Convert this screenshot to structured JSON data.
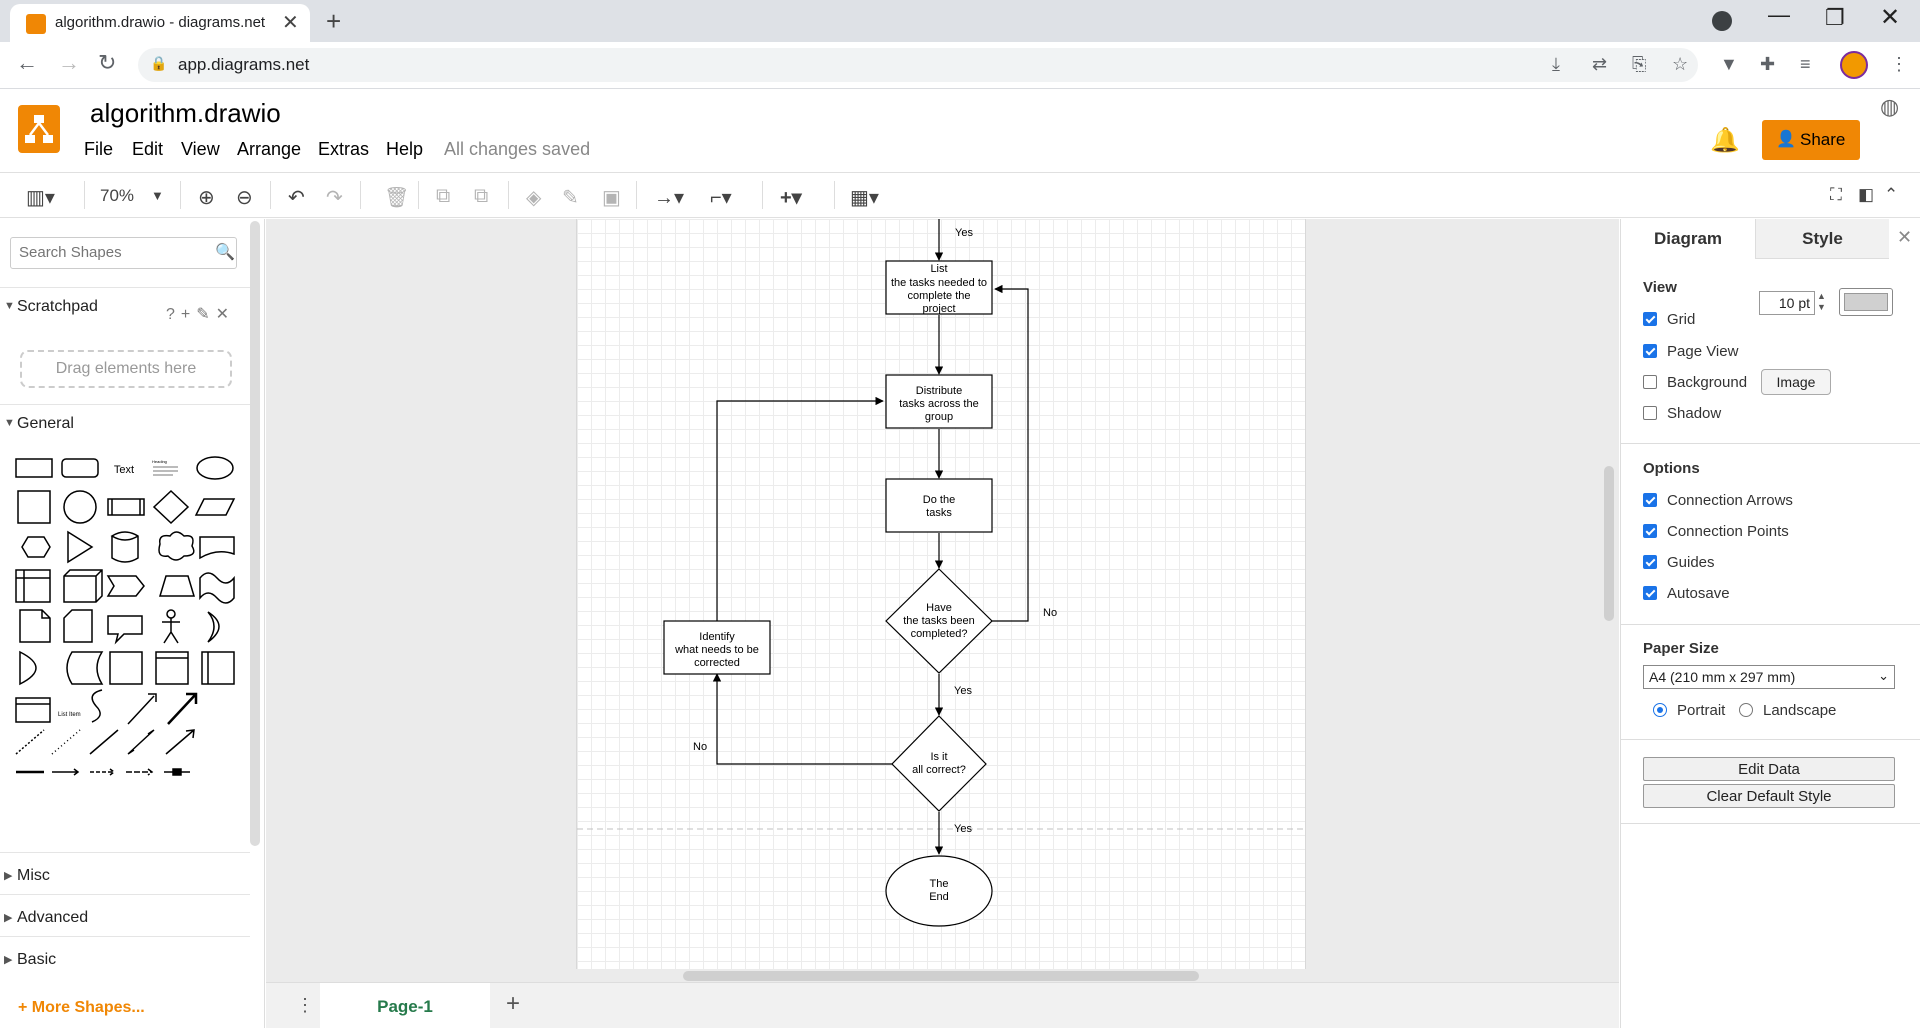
{
  "browser": {
    "tab_title": "algorithm.drawio - diagrams.net",
    "tab_close": "✕",
    "new_tab": "+",
    "url": "app.diagrams.net"
  },
  "app": {
    "title": "algorithm.drawio",
    "menus": [
      "File",
      "Edit",
      "View",
      "Arrange",
      "Extras",
      "Help"
    ],
    "save_status": "All changes saved",
    "share_label": "Share",
    "accent": "#f08705"
  },
  "toolbar": {
    "zoom": "70%"
  },
  "sidebar": {
    "search_placeholder": "Search Shapes",
    "scratchpad": "Scratchpad",
    "scratchpad_actions": "?+✎✕",
    "dropzone": "Drag elements here",
    "general": "General",
    "shape_text": "Text",
    "shape_heading": "Heading",
    "shape_list_item": "List Item",
    "sections": [
      "Misc",
      "Advanced",
      "Basic"
    ],
    "more_shapes": "More Shapes..."
  },
  "diagram": {
    "nodes": {
      "list_tasks": [
        "List",
        "the tasks needed to",
        "complete the",
        "project"
      ],
      "distribute": [
        "Distribute",
        "tasks across the",
        "group"
      ],
      "do_tasks": [
        "Do the",
        "tasks"
      ],
      "completed": [
        "Have",
        "the tasks been",
        "completed?"
      ],
      "identify": [
        "Identify",
        "what needs to be",
        "corrected"
      ],
      "all_correct": [
        "Is it",
        "all correct?"
      ],
      "end": [
        "The",
        "End"
      ]
    },
    "edge_labels": {
      "top_yes": "Yes",
      "completed_no": "No",
      "completed_yes": "Yes",
      "correct_no": "No",
      "correct_yes": "Yes"
    }
  },
  "pages": {
    "active_tab": "Page-1"
  },
  "format_panel": {
    "tab_diagram": "Diagram",
    "tab_style": "Style",
    "view_heading": "View",
    "grid": {
      "label": "Grid",
      "checked": true,
      "size": "10 pt"
    },
    "page_view": {
      "label": "Page View",
      "checked": true
    },
    "background": {
      "label": "Background",
      "checked": false,
      "button": "Image"
    },
    "shadow": {
      "label": "Shadow",
      "checked": false
    },
    "options_heading": "Options",
    "connection_arrows": {
      "label": "Connection Arrows",
      "checked": true
    },
    "connection_points": {
      "label": "Connection Points",
      "checked": true
    },
    "guides": {
      "label": "Guides",
      "checked": true
    },
    "autosave": {
      "label": "Autosave",
      "checked": true
    },
    "paper_size_heading": "Paper Size",
    "paper_size": "A4 (210 mm x 297 mm)",
    "orientation": {
      "portrait": "Portrait",
      "landscape": "Landscape",
      "selected": "portrait"
    },
    "edit_data": "Edit Data",
    "clear_default_style": "Clear Default Style"
  }
}
